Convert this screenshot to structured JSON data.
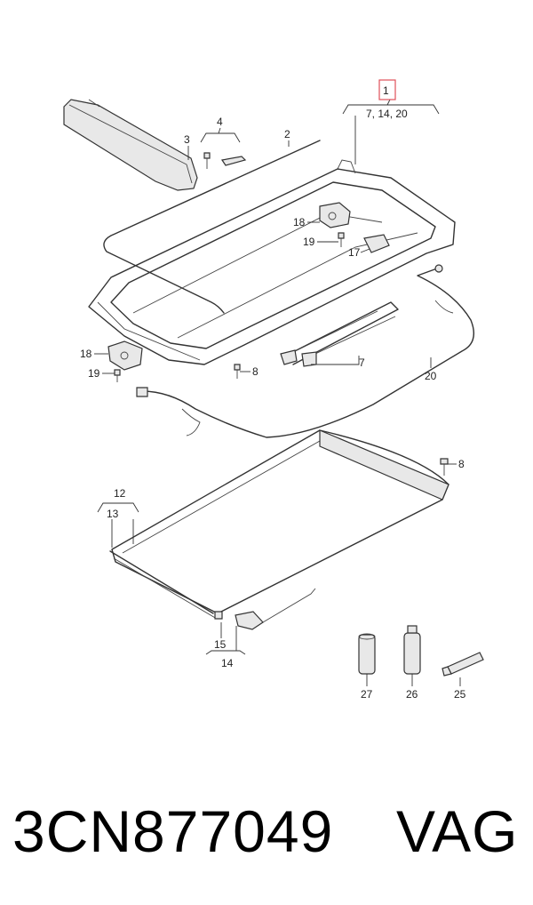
{
  "diagram": {
    "callouts": {
      "c1": "1",
      "c1_refs": "7, 14, 20",
      "c2": "2",
      "c3": "3",
      "c4": "4",
      "c7": "7",
      "c8a": "8",
      "c8b": "8",
      "c12": "12",
      "c13": "13",
      "c14": "14",
      "c15": "15",
      "c17": "17",
      "c18a": "18",
      "c18b": "18",
      "c19a": "19",
      "c19b": "19",
      "c20": "20",
      "c25": "25",
      "c26": "26",
      "c27": "27"
    },
    "highlight_color": "#e0505a"
  },
  "footer": {
    "part_number": "3CN877049",
    "brand": "VAG"
  }
}
